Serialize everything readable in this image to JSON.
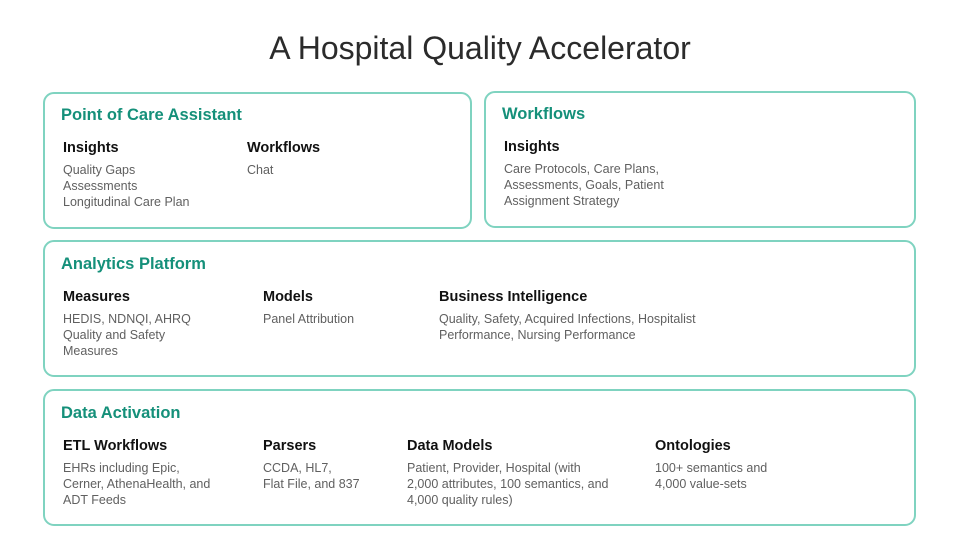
{
  "title": "A Hospital Quality Accelerator",
  "accent_color": "#15907a",
  "border_color": "#7fd3c0",
  "cards": {
    "point_of_care": {
      "title": "Point of Care Assistant",
      "insights": {
        "heading": "Insights",
        "lines": [
          "Quality Gaps",
          "Assessments",
          "Longitudinal Care Plan"
        ]
      },
      "workflows": {
        "heading": "Workflows",
        "lines": [
          "Chat"
        ]
      }
    },
    "workflows": {
      "title": "Workflows",
      "insights": {
        "heading": "Insights",
        "lines": [
          "Care Protocols, Care Plans,",
          "Assessments, Goals, Patient",
          "Assignment Strategy"
        ]
      }
    },
    "analytics": {
      "title": "Analytics Platform",
      "measures": {
        "heading": "Measures",
        "lines": [
          "HEDIS, NDNQI, AHRQ",
          "Quality and Safety",
          "Measures"
        ]
      },
      "models": {
        "heading": "Models",
        "lines": [
          "Panel Attribution"
        ]
      },
      "bi": {
        "heading": "Business Intelligence",
        "lines": [
          "Quality, Safety, Acquired Infections, Hospitalist",
          "Performance, Nursing Performance"
        ]
      }
    },
    "data_activation": {
      "title": "Data Activation",
      "etl": {
        "heading": "ETL Workflows",
        "lines": [
          "EHRs including Epic,",
          "Cerner, AthenaHealth, and",
          "ADT Feeds"
        ]
      },
      "parsers": {
        "heading": "Parsers",
        "lines": [
          "CCDA, HL7,",
          "Flat File, and 837"
        ]
      },
      "data_models": {
        "heading": "Data Models",
        "lines": [
          "Patient, Provider, Hospital (with",
          "2,000 attributes, 100 semantics, and",
          "4,000 quality rules)"
        ]
      },
      "ontologies": {
        "heading": "Ontologies",
        "lines": [
          "100+ semantics and",
          "4,000 value-sets"
        ]
      }
    }
  }
}
